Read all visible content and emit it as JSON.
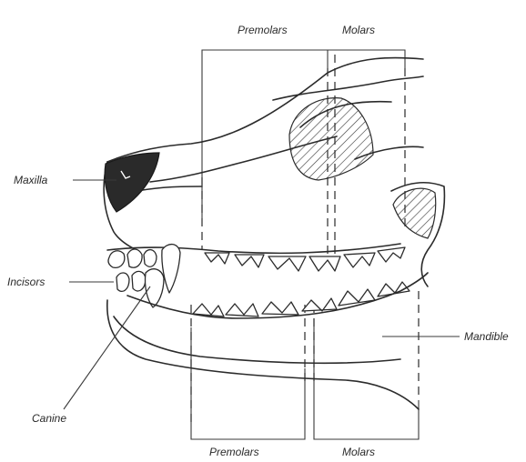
{
  "labels": {
    "premolars_top": "Premolars",
    "molars_top": "Molars",
    "maxilla": "Maxilla",
    "incisors": "Incisors",
    "mandible": "Mandible",
    "canine": "Canine",
    "premolars_bottom": "Premolars",
    "molars_bottom": "Molars"
  }
}
